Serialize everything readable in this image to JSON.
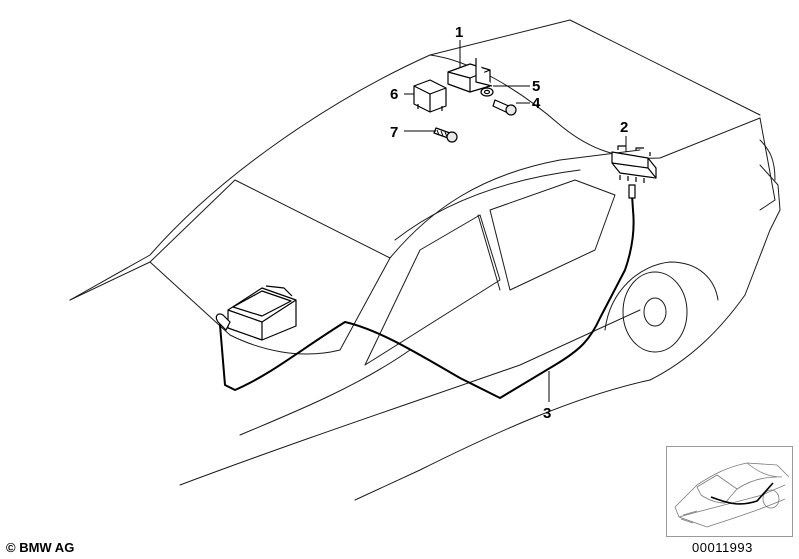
{
  "callouts": [
    {
      "id": "1",
      "text": "1"
    },
    {
      "id": "2",
      "text": "2"
    },
    {
      "id": "3",
      "text": "3"
    },
    {
      "id": "4",
      "text": "4"
    },
    {
      "id": "5",
      "text": "5"
    },
    {
      "id": "6",
      "text": "6"
    },
    {
      "id": "7",
      "text": "7"
    }
  ],
  "footer": {
    "copyright": "© BMW AG",
    "document_number": "00011993"
  },
  "icons": {
    "car_outline": "car-body-outline",
    "locator": "vehicle-locator-thumbnail"
  }
}
